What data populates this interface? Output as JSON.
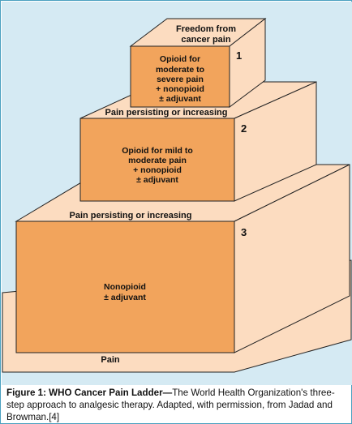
{
  "diagram": {
    "top_label_line1": "Freedom from",
    "top_label_line2": "cancer pain",
    "step1": {
      "number": "1",
      "lines": [
        "Opioid for",
        "moderate to",
        "severe pain",
        "+ nonopioid",
        "± adjuvant"
      ]
    },
    "step2": {
      "number": "2",
      "lines": [
        "Opioid for mild to",
        "moderate pain",
        "+ nonopioid",
        "± adjuvant"
      ]
    },
    "step3": {
      "number": "3",
      "lines": [
        "Nonopioid",
        "± adjuvant"
      ]
    },
    "ledge_label_upper": "Pain persisting or increasing",
    "ledge_label_lower": "Pain persisting or increasing",
    "base_label": "Pain",
    "colors": {
      "background": "#d5eaf3",
      "front_face": "#f2a45c",
      "side_face": "#fcdcc0",
      "outline": "#222222"
    }
  },
  "caption": {
    "title": "Figure 1: WHO Cancer Pain Ladder—",
    "text": "The World Health Organization's three-step approach to analgesic therapy. Adapted, with permission, from Jadad and Browman.[4]"
  }
}
